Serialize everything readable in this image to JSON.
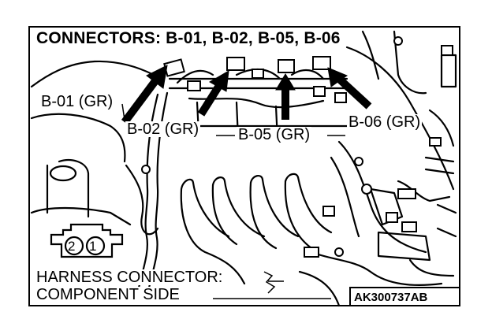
{
  "diagram": {
    "title": "CONNECTORS: B-01, B-02, B-05, B-06",
    "connector_labels": {
      "b01": "B-01 (GR)",
      "b02": "B-02 (GR)",
      "b05": "B-05 (GR)",
      "b06": "B-06 (GR)"
    },
    "harness_view": {
      "line1": "HARNESS CONNECTOR:",
      "line2": "COMPONENT SIDE",
      "pins": [
        "2",
        "1"
      ]
    },
    "figure_code": "AK300737AB"
  }
}
